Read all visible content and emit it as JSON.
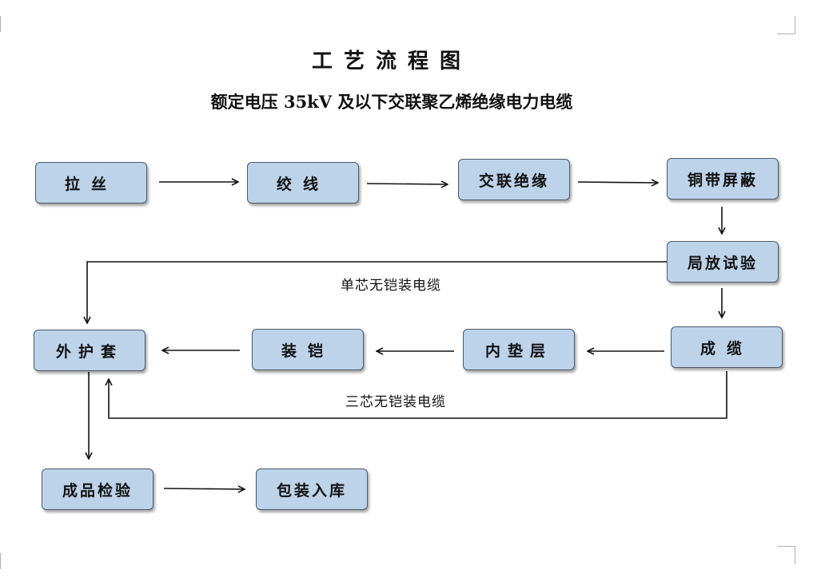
{
  "title": "工艺流程图",
  "subtitle": "额定电压 35kV 及以下交联聚乙烯绝缘电力电缆",
  "steps": {
    "drawing": "拉丝",
    "stranding": "绞线",
    "xlpe_insulation": "交联绝缘",
    "copper_tape_shield": "铜带屏蔽",
    "partial_discharge_test": "局放试验",
    "cabling": "成缆",
    "inner_bedding": "内垫层",
    "armoring": "装铠",
    "outer_sheath": "外护套",
    "final_inspection": "成品检验",
    "packing_storage": "包装入库"
  },
  "branch_labels": {
    "single_core_unarmored": "单芯无铠装电缆",
    "three_core_unarmored": "三芯无铠装电缆"
  }
}
